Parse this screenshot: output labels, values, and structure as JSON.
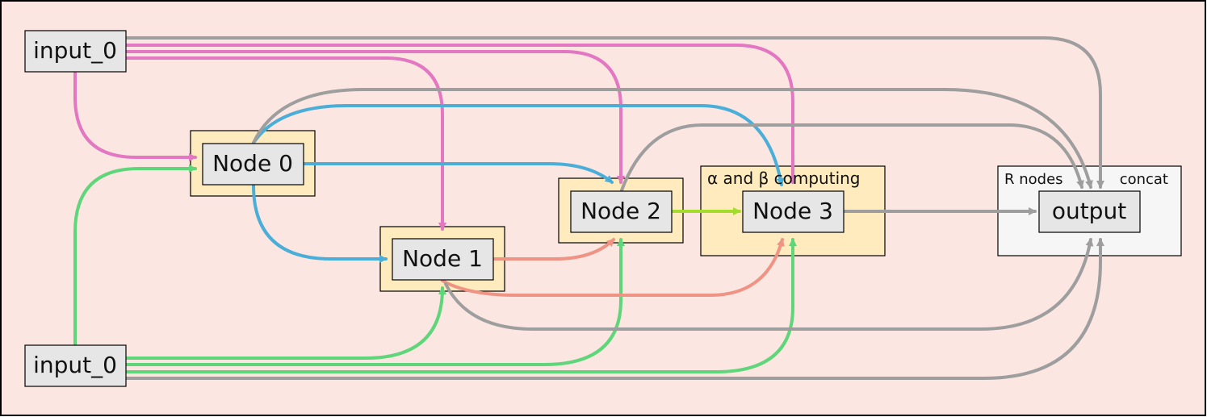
{
  "colors": {
    "background": "#fbe6e2",
    "border": "#000000",
    "node_fill": "#e6e6e6",
    "cell_fill": "#ffebbd",
    "output_cluster_fill": "#f6f6f6",
    "edge_input_top": "#e377c2",
    "edge_input_bottom": "#5fd67a",
    "edge_node0": "#4aaed8",
    "edge_node1": "#ef9484",
    "edge_node2": "#a3dc2b",
    "edge_to_output": "#9e9e9e"
  },
  "nodes": {
    "input_top": "input_0",
    "input_bottom": "input_0",
    "node0": "Node 0",
    "node1": "Node 1",
    "node2": "Node 2",
    "node3": "Node 3",
    "output": "output"
  },
  "clusters": {
    "computing_label": "α and β computing",
    "output_left_label": "R nodes",
    "output_right_label": "concat"
  },
  "edges": [
    {
      "from": "input_top",
      "to": "node0"
    },
    {
      "from": "input_top",
      "to": "node1"
    },
    {
      "from": "input_top",
      "to": "node2"
    },
    {
      "from": "input_top",
      "to": "node3"
    },
    {
      "from": "input_top",
      "to": "output"
    },
    {
      "from": "input_bottom",
      "to": "node0"
    },
    {
      "from": "input_bottom",
      "to": "node1"
    },
    {
      "from": "input_bottom",
      "to": "node2"
    },
    {
      "from": "input_bottom",
      "to": "node3"
    },
    {
      "from": "input_bottom",
      "to": "output"
    },
    {
      "from": "node0",
      "to": "node1"
    },
    {
      "from": "node0",
      "to": "node2"
    },
    {
      "from": "node0",
      "to": "node3"
    },
    {
      "from": "node0",
      "to": "output"
    },
    {
      "from": "node1",
      "to": "node2"
    },
    {
      "from": "node1",
      "to": "node3"
    },
    {
      "from": "node1",
      "to": "output"
    },
    {
      "from": "node2",
      "to": "node3"
    },
    {
      "from": "node2",
      "to": "output"
    },
    {
      "from": "node3",
      "to": "output"
    }
  ]
}
